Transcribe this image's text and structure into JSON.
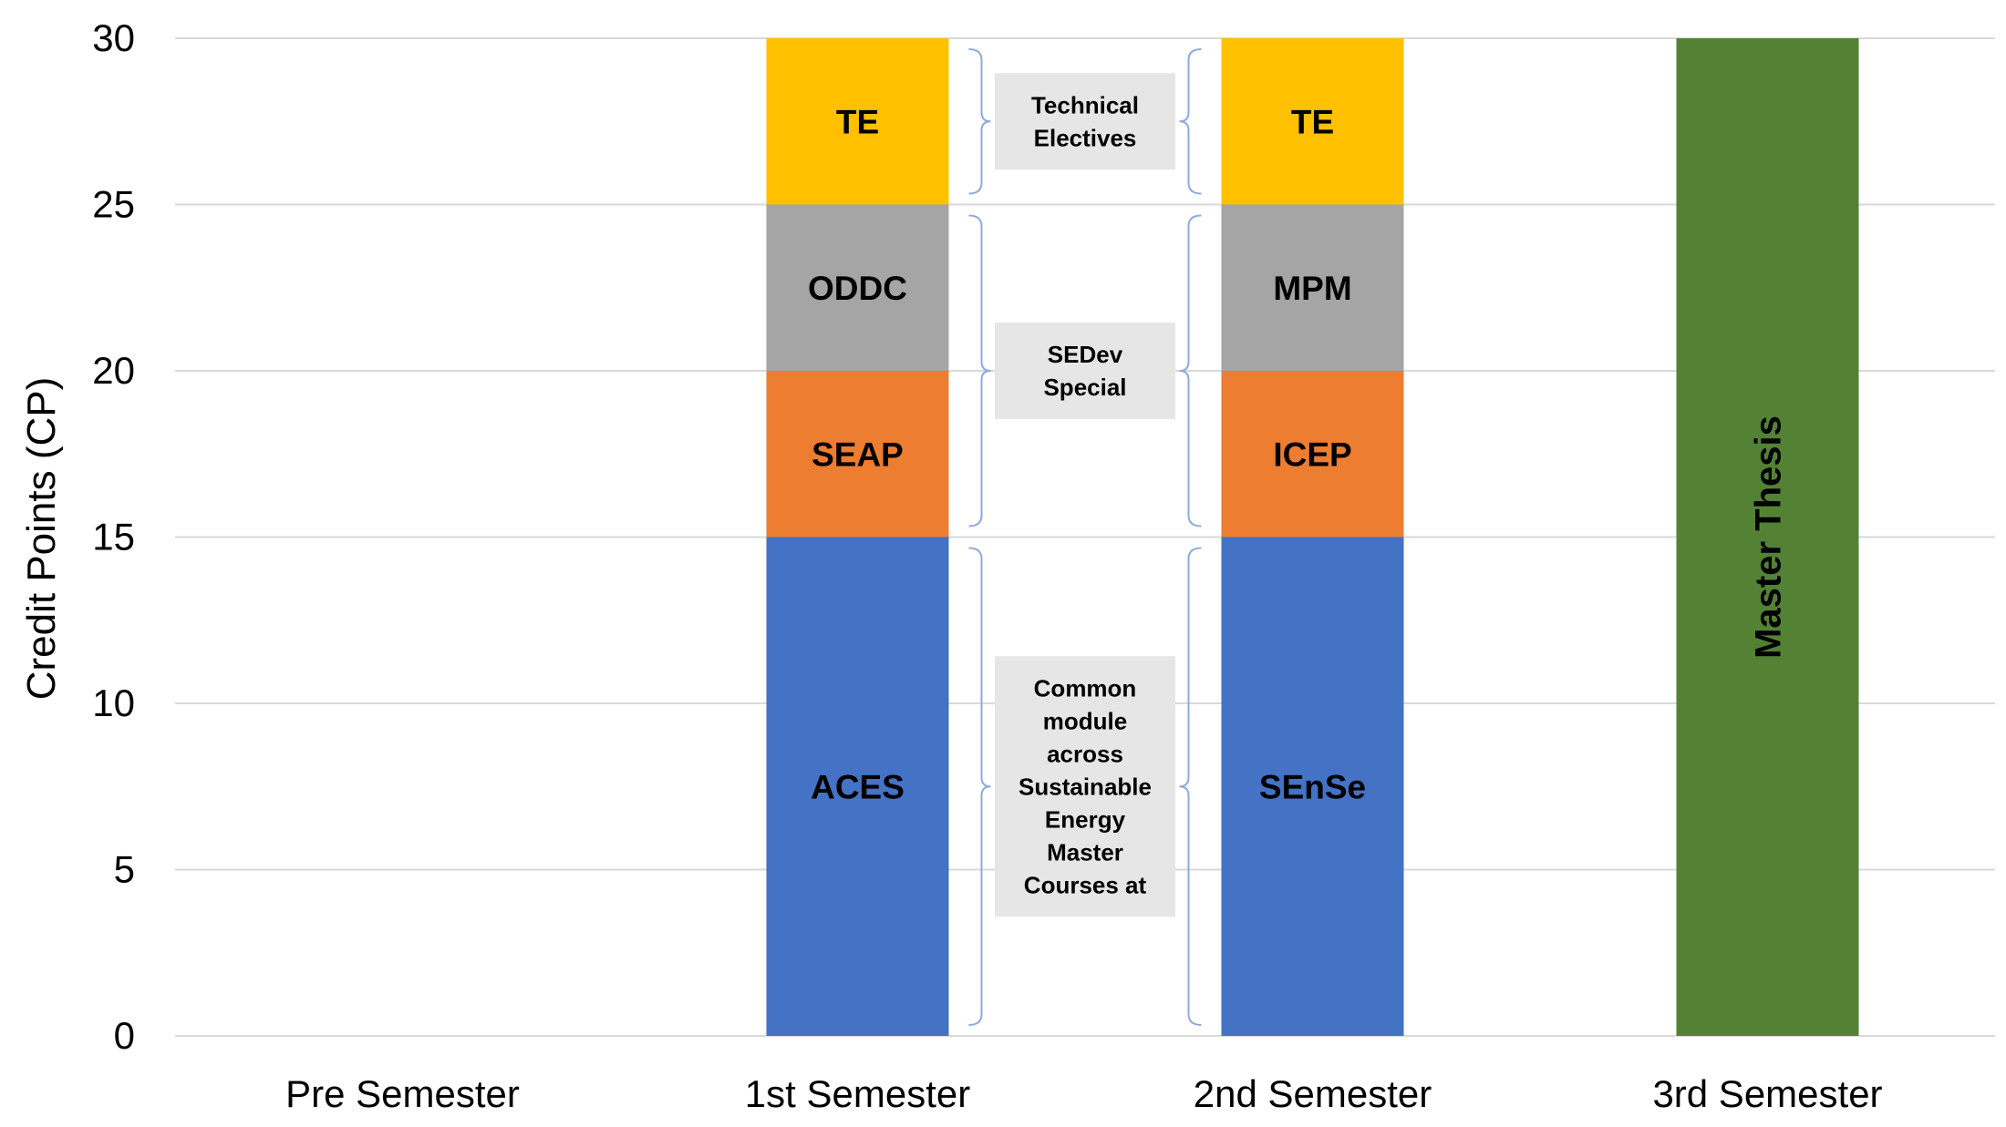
{
  "chart_data": {
    "type": "bar",
    "stacked": true,
    "title": "",
    "xlabel": "",
    "ylabel": "Credit Points (CP)",
    "ylim": [
      0,
      30
    ],
    "yticks": [
      0,
      5,
      10,
      15,
      20,
      25,
      30
    ],
    "grid": true,
    "legend": "none",
    "categories": [
      "Pre Semester",
      "1st Semester",
      "2nd Semester",
      "3rd Semester"
    ],
    "stacks": [
      {
        "category": "Pre Semester",
        "segments": []
      },
      {
        "category": "1st Semester",
        "segments": [
          {
            "label": "ACES",
            "from": 0,
            "to": 15,
            "color": "#4472C4"
          },
          {
            "label": "SEAP",
            "from": 15,
            "to": 20,
            "color": "#ED7D31"
          },
          {
            "label": "ODDC",
            "from": 20,
            "to": 25,
            "color": "#A5A5A5"
          },
          {
            "label": "TE",
            "from": 25,
            "to": 30,
            "color": "#FFC000"
          }
        ]
      },
      {
        "category": "2nd Semester",
        "segments": [
          {
            "label": "SEnSe",
            "from": 0,
            "to": 15,
            "color": "#4472C4"
          },
          {
            "label": "ICEP",
            "from": 15,
            "to": 20,
            "color": "#ED7D31"
          },
          {
            "label": "MPM",
            "from": 20,
            "to": 25,
            "color": "#A5A5A5"
          },
          {
            "label": "TE",
            "from": 25,
            "to": 30,
            "color": "#FFC000"
          }
        ]
      },
      {
        "category": "3rd Semester",
        "segments": [
          {
            "label": "Master Thesis",
            "from": 0,
            "to": 30,
            "color": "#548235",
            "vertical": true
          }
        ]
      }
    ],
    "annotations": [
      {
        "name": "technical-electives",
        "lines": [
          "Technical",
          "Electives"
        ],
        "from": 25,
        "to": 30
      },
      {
        "name": "sedev-special",
        "lines": [
          "SEDev",
          "Special"
        ],
        "from": 15,
        "to": 25
      },
      {
        "name": "common-module",
        "lines": [
          "Common",
          "module",
          "across",
          "Sustainable",
          "Energy",
          "Master",
          "Courses at"
        ],
        "from": 0,
        "to": 15
      }
    ],
    "colors": {
      "grid": "#D9D9D9",
      "axis_text": "#000000",
      "annotation_box": "#E6E6E6",
      "brace": "#8FAADC"
    }
  }
}
